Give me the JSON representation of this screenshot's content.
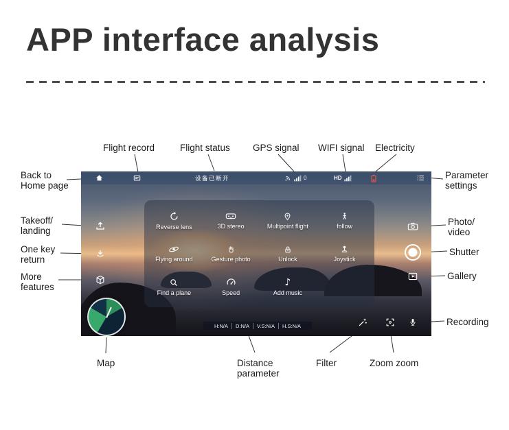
{
  "title": "APP interface analysis",
  "callouts": {
    "flight_record": "Flight record",
    "flight_status": "Flight status",
    "gps_signal": "GPS signal",
    "wifi_signal": "WIFI signal",
    "electricity": "Electricity",
    "back_home": "Back to\nHome page",
    "takeoff_landing": "Takeoff/\nlanding",
    "one_key_return": "One key\nreturn",
    "more_features": "More\nfeatures",
    "parameter_settings": "Parameter\nsettings",
    "photo_video": "Photo/\nvideo",
    "shutter": "Shutter",
    "gallery": "Gallery",
    "recording": "Recording",
    "map": "Map",
    "distance_parameter": "Distance\nparameter",
    "filter": "Filter",
    "zoom": "Zoom zoom"
  },
  "app": {
    "top_bar": {
      "status_text": "设备已断开",
      "gps_count": "0",
      "hd_label": "HD",
      "icons": [
        "home-icon",
        "flight-record-icon",
        "gps-signal-icon",
        "wifi-signal-icon",
        "battery-icon",
        "menu-icon"
      ]
    },
    "left_controls": [
      {
        "icon": "takeoff-landing-icon"
      },
      {
        "icon": "one-key-return-icon"
      },
      {
        "icon": "more-features-icon"
      }
    ],
    "features": [
      [
        {
          "icon": "reverse-lens-icon",
          "label": "Reverse lens"
        },
        {
          "icon": "3d-stereo-icon",
          "label": "3D stereo"
        },
        {
          "icon": "multipoint-flight-icon",
          "label": "Multipoint flight"
        },
        {
          "icon": "follow-icon",
          "label": "follow"
        }
      ],
      [
        {
          "icon": "flying-around-icon",
          "label": "Flying around"
        },
        {
          "icon": "gesture-photo-icon",
          "label": "Gesture photo"
        },
        {
          "icon": "unlock-icon",
          "label": "Unlock"
        },
        {
          "icon": "joystick-icon",
          "label": "Joystick"
        }
      ],
      [
        {
          "icon": "find-a-plane-icon",
          "label": "Find a plane"
        },
        {
          "icon": "speed-icon",
          "label": "Speed"
        },
        {
          "icon": "add-music-icon",
          "label": "Add music"
        }
      ]
    ],
    "music_note_glyph": "♪",
    "right_controls": [
      {
        "icon": "photo-video-icon"
      },
      {
        "icon": "shutter-button"
      },
      {
        "icon": "gallery-icon"
      }
    ],
    "bottom_controls": [
      {
        "icon": "filter-icon"
      },
      {
        "icon": "zoom-icon"
      },
      {
        "icon": "microphone-icon"
      }
    ],
    "telemetry": [
      "H:N/A",
      "D:N/A",
      "V.S:N/A",
      "H.S:N/A"
    ]
  }
}
